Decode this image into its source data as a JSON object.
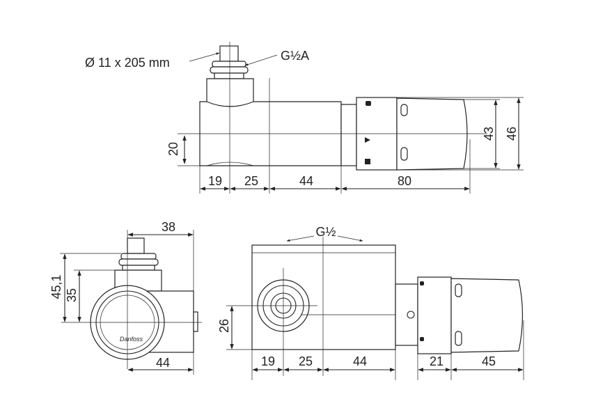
{
  "top_view": {
    "spec_diameter": "Ø 11 x 205 mm",
    "thread_label": "G½A",
    "dim_20": "20",
    "dim_19": "19",
    "dim_25": "25",
    "dim_44": "44",
    "dim_80": "80",
    "dim_43": "43",
    "dim_46": "46"
  },
  "side_view": {
    "dim_38": "38",
    "dim_45_1": "45,1",
    "dim_35": "35",
    "dim_44": "44"
  },
  "front_view": {
    "thread_label": "G½",
    "dim_26": "26",
    "dim_19": "19",
    "dim_25": "25",
    "dim_44": "44",
    "dim_21": "21",
    "dim_45": "45"
  }
}
